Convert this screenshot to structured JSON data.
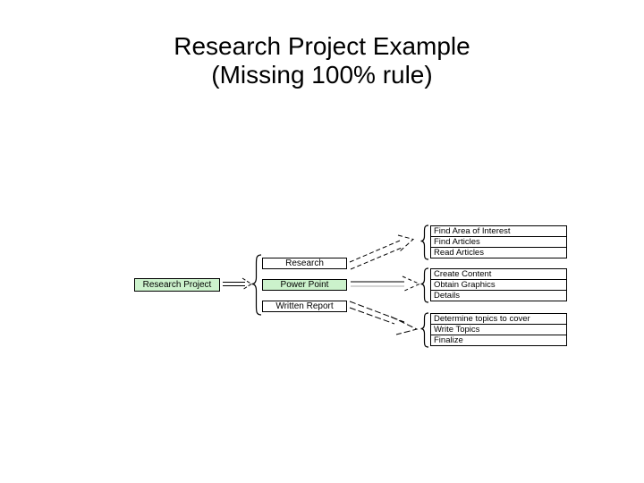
{
  "slide": {
    "title_line1": "Research Project Example",
    "title_line2": "(Missing 100% rule)"
  },
  "colors": {
    "highlight": "#ccf2cc",
    "border": "#000000",
    "background": "#ffffff"
  },
  "diagram": {
    "root": {
      "label": "Research Project",
      "highlighted": true
    },
    "branches": [
      {
        "label": "Research",
        "highlighted": false,
        "children": [
          {
            "label": "Find Area of Interest",
            "highlighted": false
          },
          {
            "label": "Find Articles",
            "highlighted": true
          },
          {
            "label": "Read Articles",
            "highlighted": false
          }
        ]
      },
      {
        "label": "Power Point",
        "highlighted": true,
        "children": [
          {
            "label": "Create Content",
            "highlighted": false
          },
          {
            "label": "Obtain Graphics",
            "highlighted": true
          },
          {
            "label": "Details",
            "highlighted": false
          }
        ]
      },
      {
        "label": "Written Report",
        "highlighted": false,
        "children": [
          {
            "label": "Determine topics to cover",
            "highlighted": false
          },
          {
            "label": "Write Topics",
            "highlighted": true
          },
          {
            "label": "Finalize",
            "highlighted": false
          }
        ]
      }
    ]
  }
}
